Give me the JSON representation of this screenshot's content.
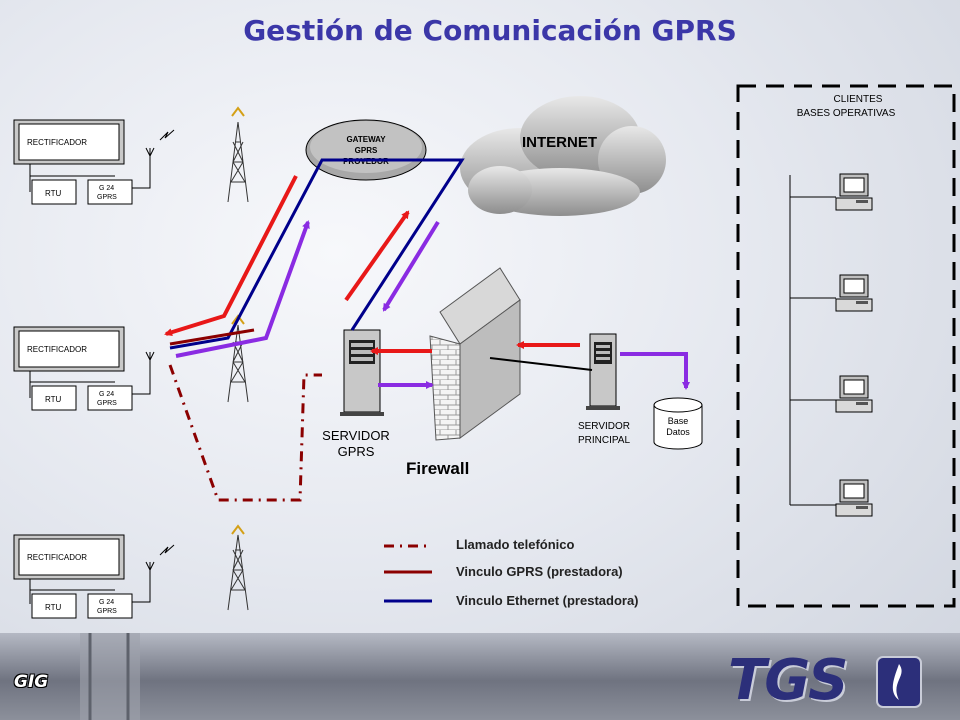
{
  "title": "Gestión de Comunicación GPRS",
  "sites": {
    "rectificador_label": "RECTIFICADOR",
    "rtu_label": "RTU",
    "g24_line1": "G 24",
    "g24_line2": "GPRS"
  },
  "gateway": {
    "line1": "GATEWAY",
    "line2": "GPRS",
    "line3": "PROVEDOR"
  },
  "internet_label": "INTERNET",
  "clients": {
    "line1": "CLIENTES",
    "line2": "BASES OPERATIVAS"
  },
  "servidor_gprs": {
    "line1": "SERVIDOR",
    "line2": "GPRS"
  },
  "firewall_label": "Firewall",
  "servidor_principal": {
    "line1": "SERVIDOR",
    "line2": "PRINCIPAL"
  },
  "database": {
    "line1": "Base",
    "line2": "Datos"
  },
  "legend": [
    {
      "label": "Llamado telefónico",
      "color": "#8b0000",
      "style": "dash-dot"
    },
    {
      "label": "Vinculo GPRS (prestadora)",
      "color": "#8b0000",
      "style": "solid"
    },
    {
      "label": "Vinculo Ethernet (prestadora)",
      "color": "#00008b",
      "style": "solid"
    }
  ],
  "colors": {
    "title": "#3b37a8",
    "arrow_red": "#e81818",
    "arrow_purple": "#8a2be2",
    "gprs_link": "#8b0000",
    "ethernet_link": "#00008b"
  },
  "footer": {
    "left_logo": "GIG",
    "right_logo": "TGS"
  }
}
